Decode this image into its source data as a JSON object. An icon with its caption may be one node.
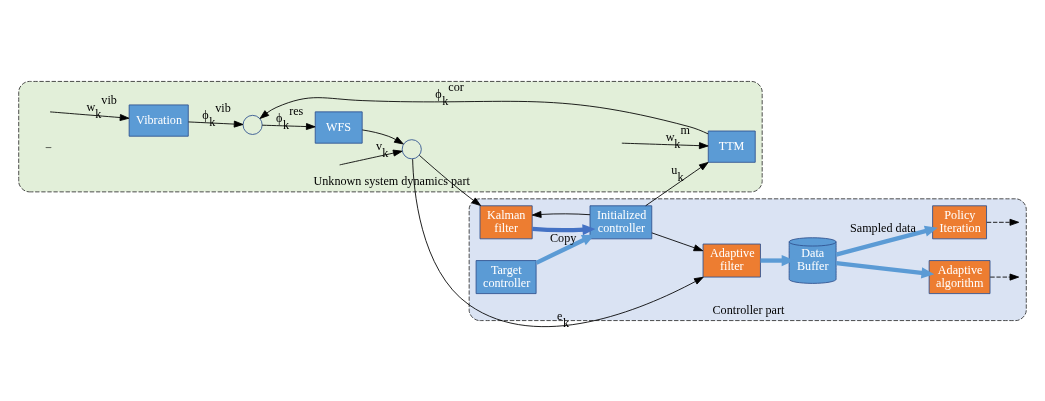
{
  "diagram": {
    "nodes": [
      {
        "text": [
          "Unknown system dynamics part"
        ]
      },
      {
        "text": [
          "Vibration"
        ],
        "in": 0
      },
      {
        "text": [],
        "shape": "circle",
        "in": 0
      },
      {
        "text": [
          "WFS"
        ],
        "in": 0
      },
      {
        "text": [],
        "shape": "circle",
        "in": 0
      },
      {
        "text": [
          "TTM"
        ],
        "in": 0
      },
      {
        "text": [
          "Controller part"
        ]
      },
      {
        "text": [
          "Adaptive filter"
        ],
        "in": 6
      },
      {
        "text": [
          "Data Buffer"
        ],
        "in": 6
      },
      {
        "text": [
          "Kalman filter"
        ],
        "in": 6
      },
      {
        "text": [
          "Adaptive algorithm"
        ],
        "in": 6
      },
      {
        "text": [
          "Initialized controller"
        ],
        "in": 6
      },
      {
        "text": [
          "Target controller"
        ],
        "in": 6
      },
      {
        "text": [
          "Policy Iteration"
        ],
        "in": 6
      }
    ],
    "edges": [
      {
        "from": null,
        "to": 1,
        "arrow": "to",
        "label": "w$_{k}$$^{vib}$"
      },
      {
        "from": 1,
        "to": 2,
        "arrow": "to",
        "label": "ϕ$_{k}$$^{vib}$"
      },
      {
        "from": 2,
        "to": 3,
        "arrow": "to",
        "label": "ϕ$_{k}$$^{res}$"
      },
      {
        "from": 3,
        "to": 4,
        "arrow": "to"
      },
      {
        "from": null,
        "to": 4,
        "arrow": "to",
        "label": "v$_{k}$"
      },
      {
        "from": 4,
        "to": 7,
        "arrow": "to",
        "label": "e$_{k}$"
      },
      {
        "from": 4,
        "to": 9,
        "arrow": "to"
      },
      {
        "from": 11,
        "to": 5,
        "arrow": "to",
        "label": "u$_{k}$"
      },
      {
        "from": 11,
        "to": 7,
        "arrow": "to"
      },
      {
        "from": 11,
        "to": 9,
        "arrow": "to"
      },
      {
        "from": 5,
        "to": 2,
        "arrow": "to",
        "label": "ϕ$_{k}$$^{cor}$"
      },
      {
        "from": null,
        "to": 5,
        "arrow": "to",
        "label": "w$_{k}$$^{m}$"
      },
      {
        "from": 7,
        "to": 8,
        "arrow": "to",
        "style": "thick",
        "color": "#5b9bd5"
      },
      {
        "from": 8,
        "to": 13,
        "arrow": "to",
        "style": "thick",
        "color": "#5b9bd5",
        "label": "Sampled data"
      },
      {
        "from": 8,
        "to": 10,
        "arrow": "to",
        "style": "thick",
        "color": "#5b9bd5"
      },
      {
        "from": 10,
        "to": null,
        "arrow": "to",
        "style": "dashed"
      },
      {
        "from": 13,
        "to": null,
        "arrow": "to",
        "style": "dashed"
      },
      {
        "from": 9,
        "to": 11,
        "arrow": "to",
        "style": "thick",
        "color": "#4472c4"
      },
      {
        "from": 12,
        "to": 11,
        "arrow": "to",
        "style": "thick",
        "color": "#5b9bd5",
        "label": "Copy"
      }
    ],
    "labels": [
      "−"
    ]
  }
}
